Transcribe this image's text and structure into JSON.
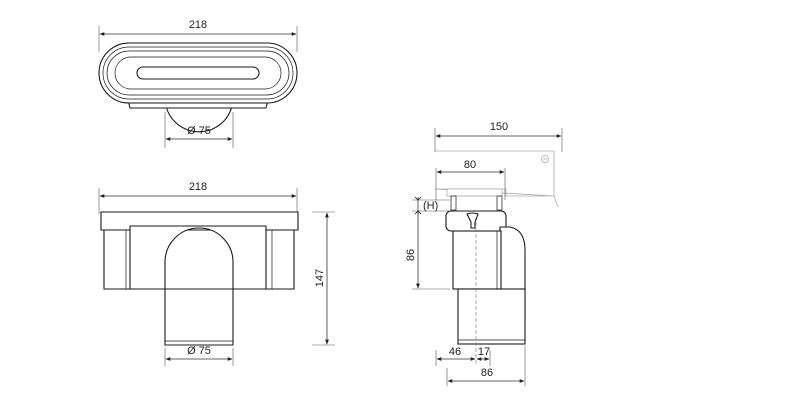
{
  "drawing": {
    "top_view": {
      "width_label": "218",
      "diameter_label": "Ø 75"
    },
    "front_view": {
      "width_label": "218",
      "height_label": "147",
      "diameter_label": "Ø 75"
    },
    "side_view": {
      "overall_width_label": "150",
      "bracket_width_label": "80",
      "adjustable_height_label": "(H)",
      "body_height_label": "86",
      "offset_left_label": "46",
      "offset_right_label": "17",
      "base_width_label": "86"
    }
  },
  "colors": {
    "line": "#1a1a1a",
    "dimension": "#333333",
    "bracket": "#aaaaaa",
    "background": "#ffffff"
  }
}
